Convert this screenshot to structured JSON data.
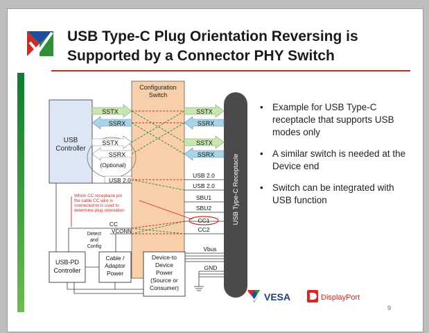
{
  "slide": {
    "title_line1": "USB Type-C Plug Orientation Reversing is",
    "title_line2": "Supported by a Connector PHY Switch",
    "page_number": "9"
  },
  "diagram": {
    "usb_controller": "USB Controller",
    "usb_controller_l1": "USB",
    "usb_controller_l2": "Controller",
    "config_switch_l1": "Configuration",
    "config_switch_l2": "Switch",
    "sstx": "SSTX",
    "ssrx": "SSRX",
    "optional": "(Optional)",
    "usb20": "USB 2.0",
    "sbu1": "SBU1",
    "sbu2": "SBU2",
    "cc": "CC",
    "cc1": "CC1",
    "cc2": "CC2",
    "vconn": "VCONN",
    "vbus": "Vbus",
    "gnd": "GND",
    "detect_config_l1": "Detect",
    "detect_config_l2": "and",
    "detect_config_l3": "Config",
    "usb_pd_l1": "USB-PD",
    "usb_pd_l2": "Controller",
    "cable_adaptor_l1": "Cable /",
    "cable_adaptor_l2": "Adaptor",
    "cable_adaptor_l3": "Power",
    "d2d_l1": "Device-to",
    "d2d_l2": "Device",
    "d2d_l3": "Power",
    "d2d_l4": "(Source or",
    "d2d_l5": "Consumer)",
    "receptacle": "USB Type-C Receptacle",
    "annotation_l1": "Which CC receptacle pin",
    "annotation_l2": "the cable CC wire is",
    "annotation_l3": "connected to is used to",
    "annotation_l4": "determine plug orientation"
  },
  "bullets": [
    {
      "dot": "•",
      "text": "Example for USB Type-C receptacle that supports USB modes only"
    },
    {
      "dot": "•",
      "text": "A similar switch is needed at the Device end"
    },
    {
      "dot": "•",
      "text": "Switch can be integrated with USB function"
    }
  ],
  "logos": {
    "vesa": "VESA",
    "displayport": "DisplayPort"
  },
  "colors": {
    "accent_red": "#d42a1e",
    "green_arrow": "#c9e6b0",
    "blue_arrow": "#a9d3e6",
    "switch_fill": "#f8cfa8",
    "controller_fill": "#dce6f4"
  }
}
